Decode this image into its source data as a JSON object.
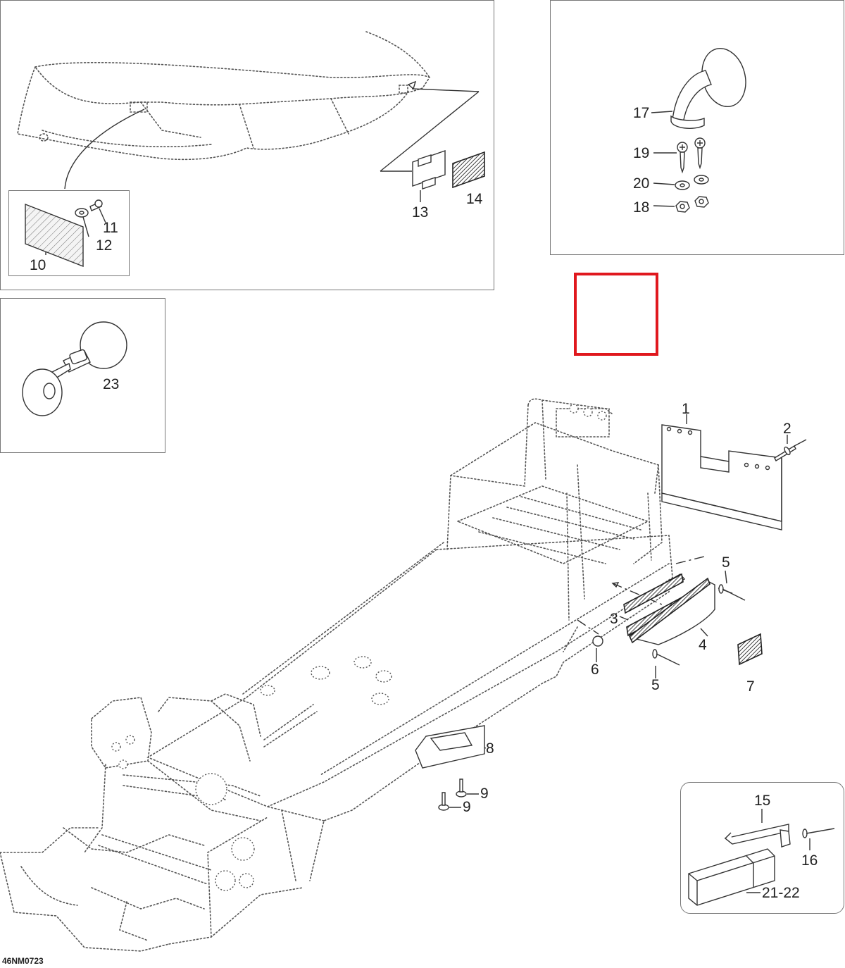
{
  "diagram": {
    "code": "46NM0723",
    "callouts": {
      "c1": "1",
      "c2": "2",
      "c3": "3",
      "c4": "4",
      "c5a": "5",
      "c5b": "5",
      "c6": "6",
      "c7": "7",
      "c8": "8",
      "c9a": "9",
      "c9b": "9",
      "c10": "10",
      "c11": "11",
      "c12": "12",
      "c13": "13",
      "c14": "14",
      "c15": "15",
      "c16": "16",
      "c17": "17",
      "c18": "18",
      "c19": "19",
      "c20": "20",
      "c2122": "21-22",
      "c23": "23"
    },
    "highlight_color": "#e0181e",
    "frame_color": "#777777",
    "line_color": "#333333"
  }
}
